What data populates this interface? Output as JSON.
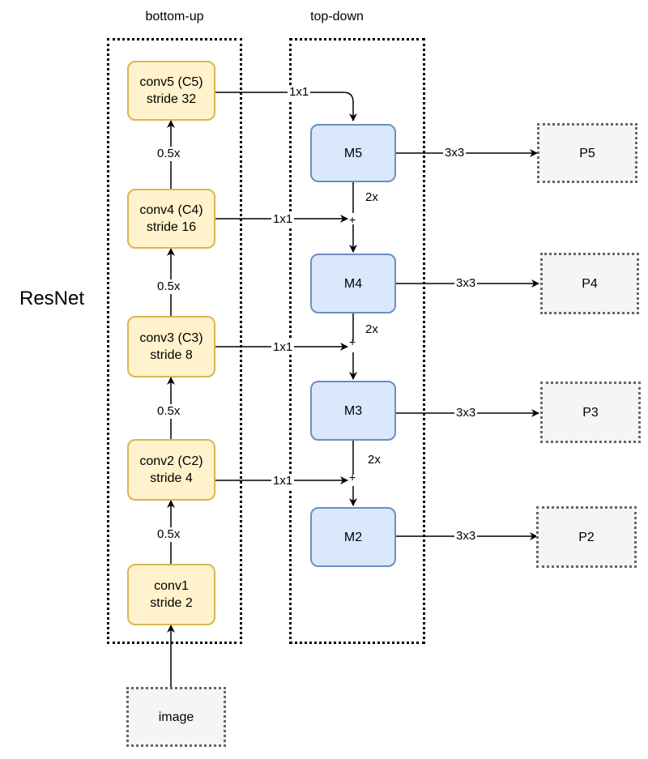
{
  "headers": {
    "bottom_up": "bottom-up",
    "top_down": "top-down"
  },
  "side_label": "ResNet",
  "bottom_up": [
    {
      "line1": "conv5 (C5)",
      "line2": "stride 32"
    },
    {
      "line1": "conv4 (C4)",
      "line2": "stride 16"
    },
    {
      "line1": "conv3 (C3)",
      "line2": "stride 8"
    },
    {
      "line1": "conv2 (C2)",
      "line2": "stride 4"
    },
    {
      "line1": "conv1",
      "line2": "stride 2"
    }
  ],
  "input": "image",
  "top_down": [
    "M5",
    "M4",
    "M3",
    "M2"
  ],
  "outputs": [
    "P5",
    "P4",
    "P3",
    "P2"
  ],
  "edge_labels": {
    "downsample": "0.5x",
    "lateral": "1x1",
    "upsample": "2x",
    "smooth": "3x3",
    "merge": "+"
  },
  "colors": {
    "conv_fill": "#fff2cc",
    "conv_stroke": "#d6b656",
    "m_fill": "#dae8fc",
    "m_stroke": "#6c8ebf",
    "p_fill": "#f5f5f5",
    "p_stroke": "#666666"
  }
}
